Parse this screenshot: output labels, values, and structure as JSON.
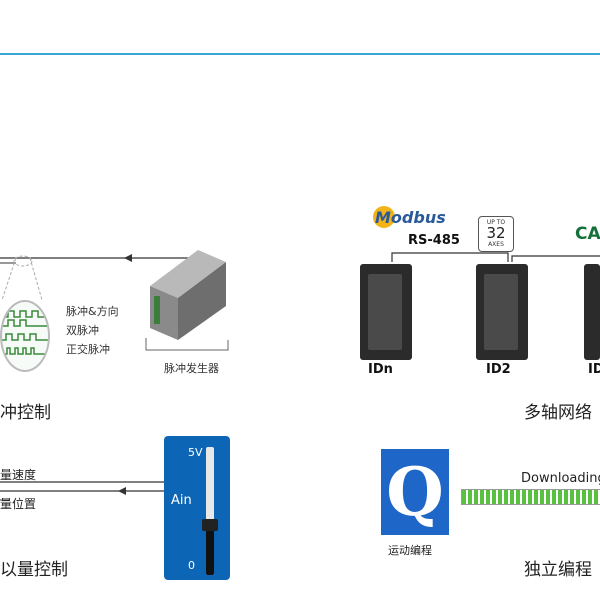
{
  "pulse": {
    "labels": [
      "脉冲&方向",
      "双脉冲",
      "正交脉冲"
    ],
    "generator_label": "脉冲发生器",
    "title": "冲控制"
  },
  "analog": {
    "speed_label": "量速度",
    "position_label": "量位置",
    "ain_label": "Ain",
    "top_value": "5V",
    "bottom_value": "0",
    "title": "以量控制",
    "level": 0.37
  },
  "network": {
    "modbus_label": "Modbus",
    "rs485_label": "RS-485",
    "axes_upto": "UP TO",
    "axes_num": "32",
    "axes_word": "AXES",
    "can_label": "CAN",
    "drives": [
      "IDn",
      "ID2",
      "ID"
    ],
    "title": "多轴网络"
  },
  "standalone": {
    "logo_letter": "Q",
    "logo_caption": "运动编程",
    "download_label": "Downloading",
    "title": "独立编程",
    "progress": 0.95
  },
  "colors": {
    "accent_line": "#3aa6d6",
    "ain_panel": "#0d66b5",
    "q_logo": "#1e67c8",
    "progress_green": "#58c240"
  }
}
